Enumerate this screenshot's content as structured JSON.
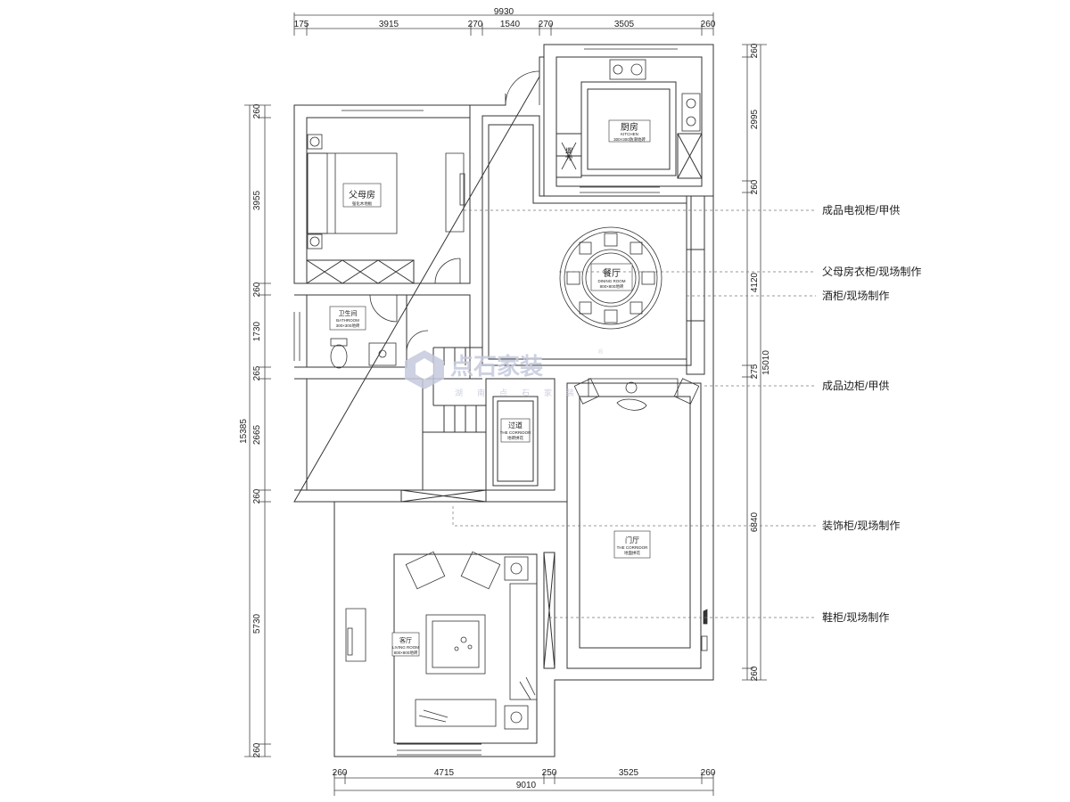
{
  "dimensions": {
    "top_total": "9930",
    "top_segments": [
      "175",
      "3915",
      "270",
      "1540",
      "270",
      "3505",
      "260"
    ],
    "bottom_total": "9010",
    "bottom_segments": [
      "260",
      "4715",
      "250",
      "3525",
      "260"
    ],
    "left_total": "15385",
    "left_segments": [
      "260",
      "3955",
      "260",
      "1730",
      "265",
      "2665",
      "260",
      "5730",
      "260"
    ],
    "right_total": "15010",
    "right_segments": [
      "260",
      "2995",
      "260",
      "4120",
      "275",
      "6840",
      "260"
    ]
  },
  "rooms": {
    "parents_bedroom": {
      "cn": "父母房",
      "sub": "强化木地板"
    },
    "bathroom": {
      "cn": "卫生间",
      "en": "BATHROOM",
      "sub": "300×300地砖"
    },
    "kitchen": {
      "cn": "厨房",
      "en": "KITCHEN",
      "sub": "300×300防滑地砖"
    },
    "fridge": {
      "cn": "冰箱"
    },
    "dining": {
      "cn": "餐厅",
      "en": "DINING ROOM",
      "sub": "800×800地砖"
    },
    "corridor": {
      "cn": "过道",
      "en": "THE CORRIDOR",
      "sub": "地砖拼花"
    },
    "foyer": {
      "cn": "门厅",
      "en": "THE CORRIDOR",
      "sub": "地面拼花"
    },
    "living": {
      "cn": "客厅",
      "en": "LIVING ROOM",
      "sub": "800×800地砖"
    }
  },
  "callouts": [
    "成品电视柜/甲供",
    "父母房衣柜/现场制作",
    "酒柜/现场制作",
    "成品边柜/甲供",
    "装饰柜/现场制作",
    "鞋柜/现场制作"
  ],
  "watermark": {
    "name": "点石家装",
    "registered": "®",
    "sub": [
      "湖",
      "南",
      "点",
      "石",
      "家",
      "装"
    ]
  },
  "colors": {
    "line": "#333333",
    "dim": "#444444",
    "dash": "#777777",
    "watermark": "#c5c9dc"
  }
}
